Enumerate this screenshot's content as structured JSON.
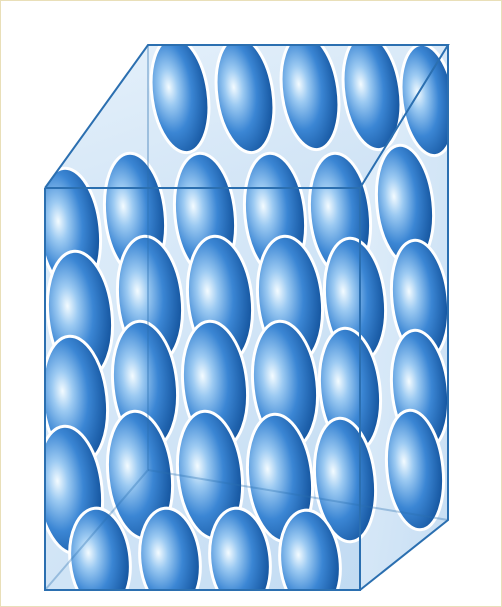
{
  "figure": {
    "subject": "cube-filled-with-packed-ellipsoids",
    "colors": {
      "frame_border": "#e9dfb8",
      "ellipsoid_dark": "#145aa8",
      "ellipsoid_mid": "#3b86d4",
      "ellipsoid_light": "#eaf6ff",
      "cube_edge": "#2b6fb0",
      "cube_face_tint": "#9cc8ee"
    },
    "icons": [
      "ellipsoid-particle",
      "cube-outline"
    ]
  }
}
